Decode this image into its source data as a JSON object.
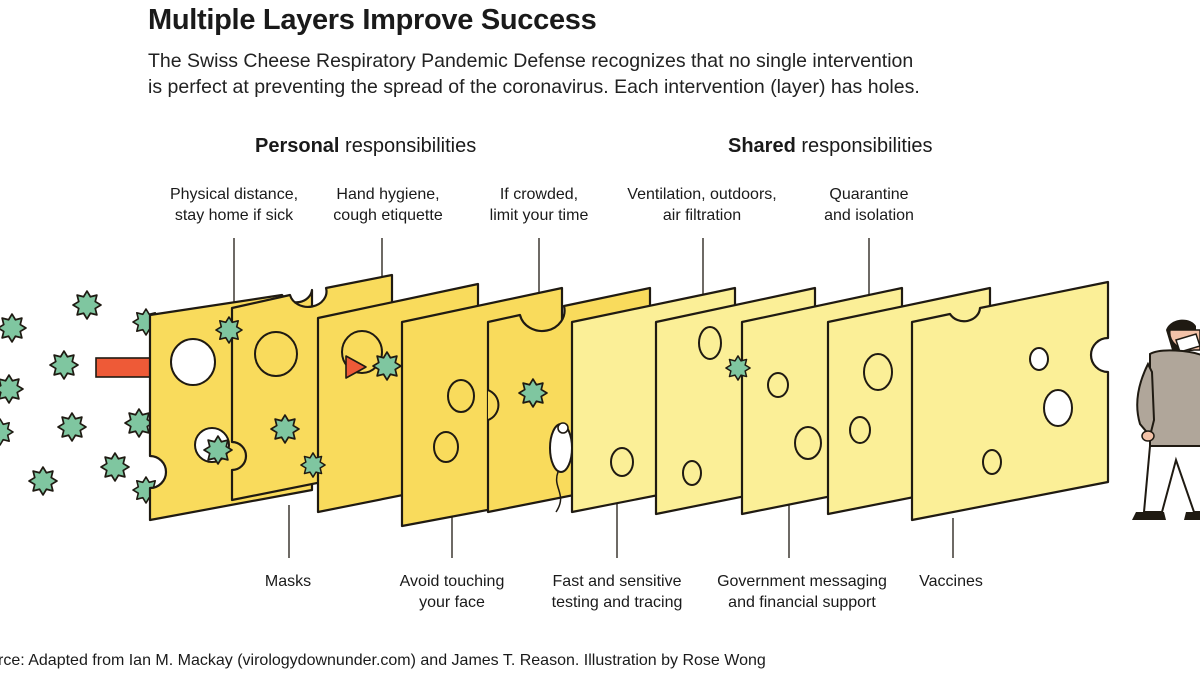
{
  "header": {
    "title": "Multiple Layers Improve Success",
    "subtitle_lines": [
      "The Swiss Cheese Respiratory Pandemic Defense recognizes that no single intervention",
      "is perfect at preventing the spread of the coronavirus. Each intervention (layer) has holes."
    ]
  },
  "groups": {
    "personal": {
      "bold": "Personal",
      "rest": " responsibilities"
    },
    "shared": {
      "bold": "Shared",
      "rest": " responsibilities"
    }
  },
  "layers_top": [
    {
      "lines": [
        "Physical distance,",
        "stay home if sick"
      ]
    },
    {
      "lines": [
        "Hand hygiene,",
        "cough etiquette"
      ]
    },
    {
      "lines": [
        "If crowded,",
        "limit your time"
      ]
    },
    {
      "lines": [
        "Ventilation, outdoors,",
        "air filtration"
      ]
    },
    {
      "lines": [
        "Quarantine",
        "and isolation"
      ]
    }
  ],
  "layers_bottom": [
    {
      "lines": [
        "Masks"
      ]
    },
    {
      "lines": [
        "Avoid touching",
        "your face"
      ]
    },
    {
      "lines": [
        "Fast and sensitive",
        "testing and tracing"
      ]
    },
    {
      "lines": [
        "Government messaging",
        "and financial support"
      ]
    },
    {
      "lines": [
        "Vaccines"
      ]
    }
  ],
  "credit": "rce: Adapted from Ian M. Mackay (virologydownunder.com) and James T. Reason. Illustration by Rose Wong",
  "colors": {
    "outline": "#1f1a12",
    "cheese_dark": "#f9db5c",
    "cheese_light": "#fbef97",
    "virus": "#7fc6a0",
    "arrow": "#ee5a37",
    "person_top": "#b0a69a"
  },
  "icons": [
    "virus-icon",
    "person-icon",
    "mouse-icon",
    "arrow-icon"
  ]
}
